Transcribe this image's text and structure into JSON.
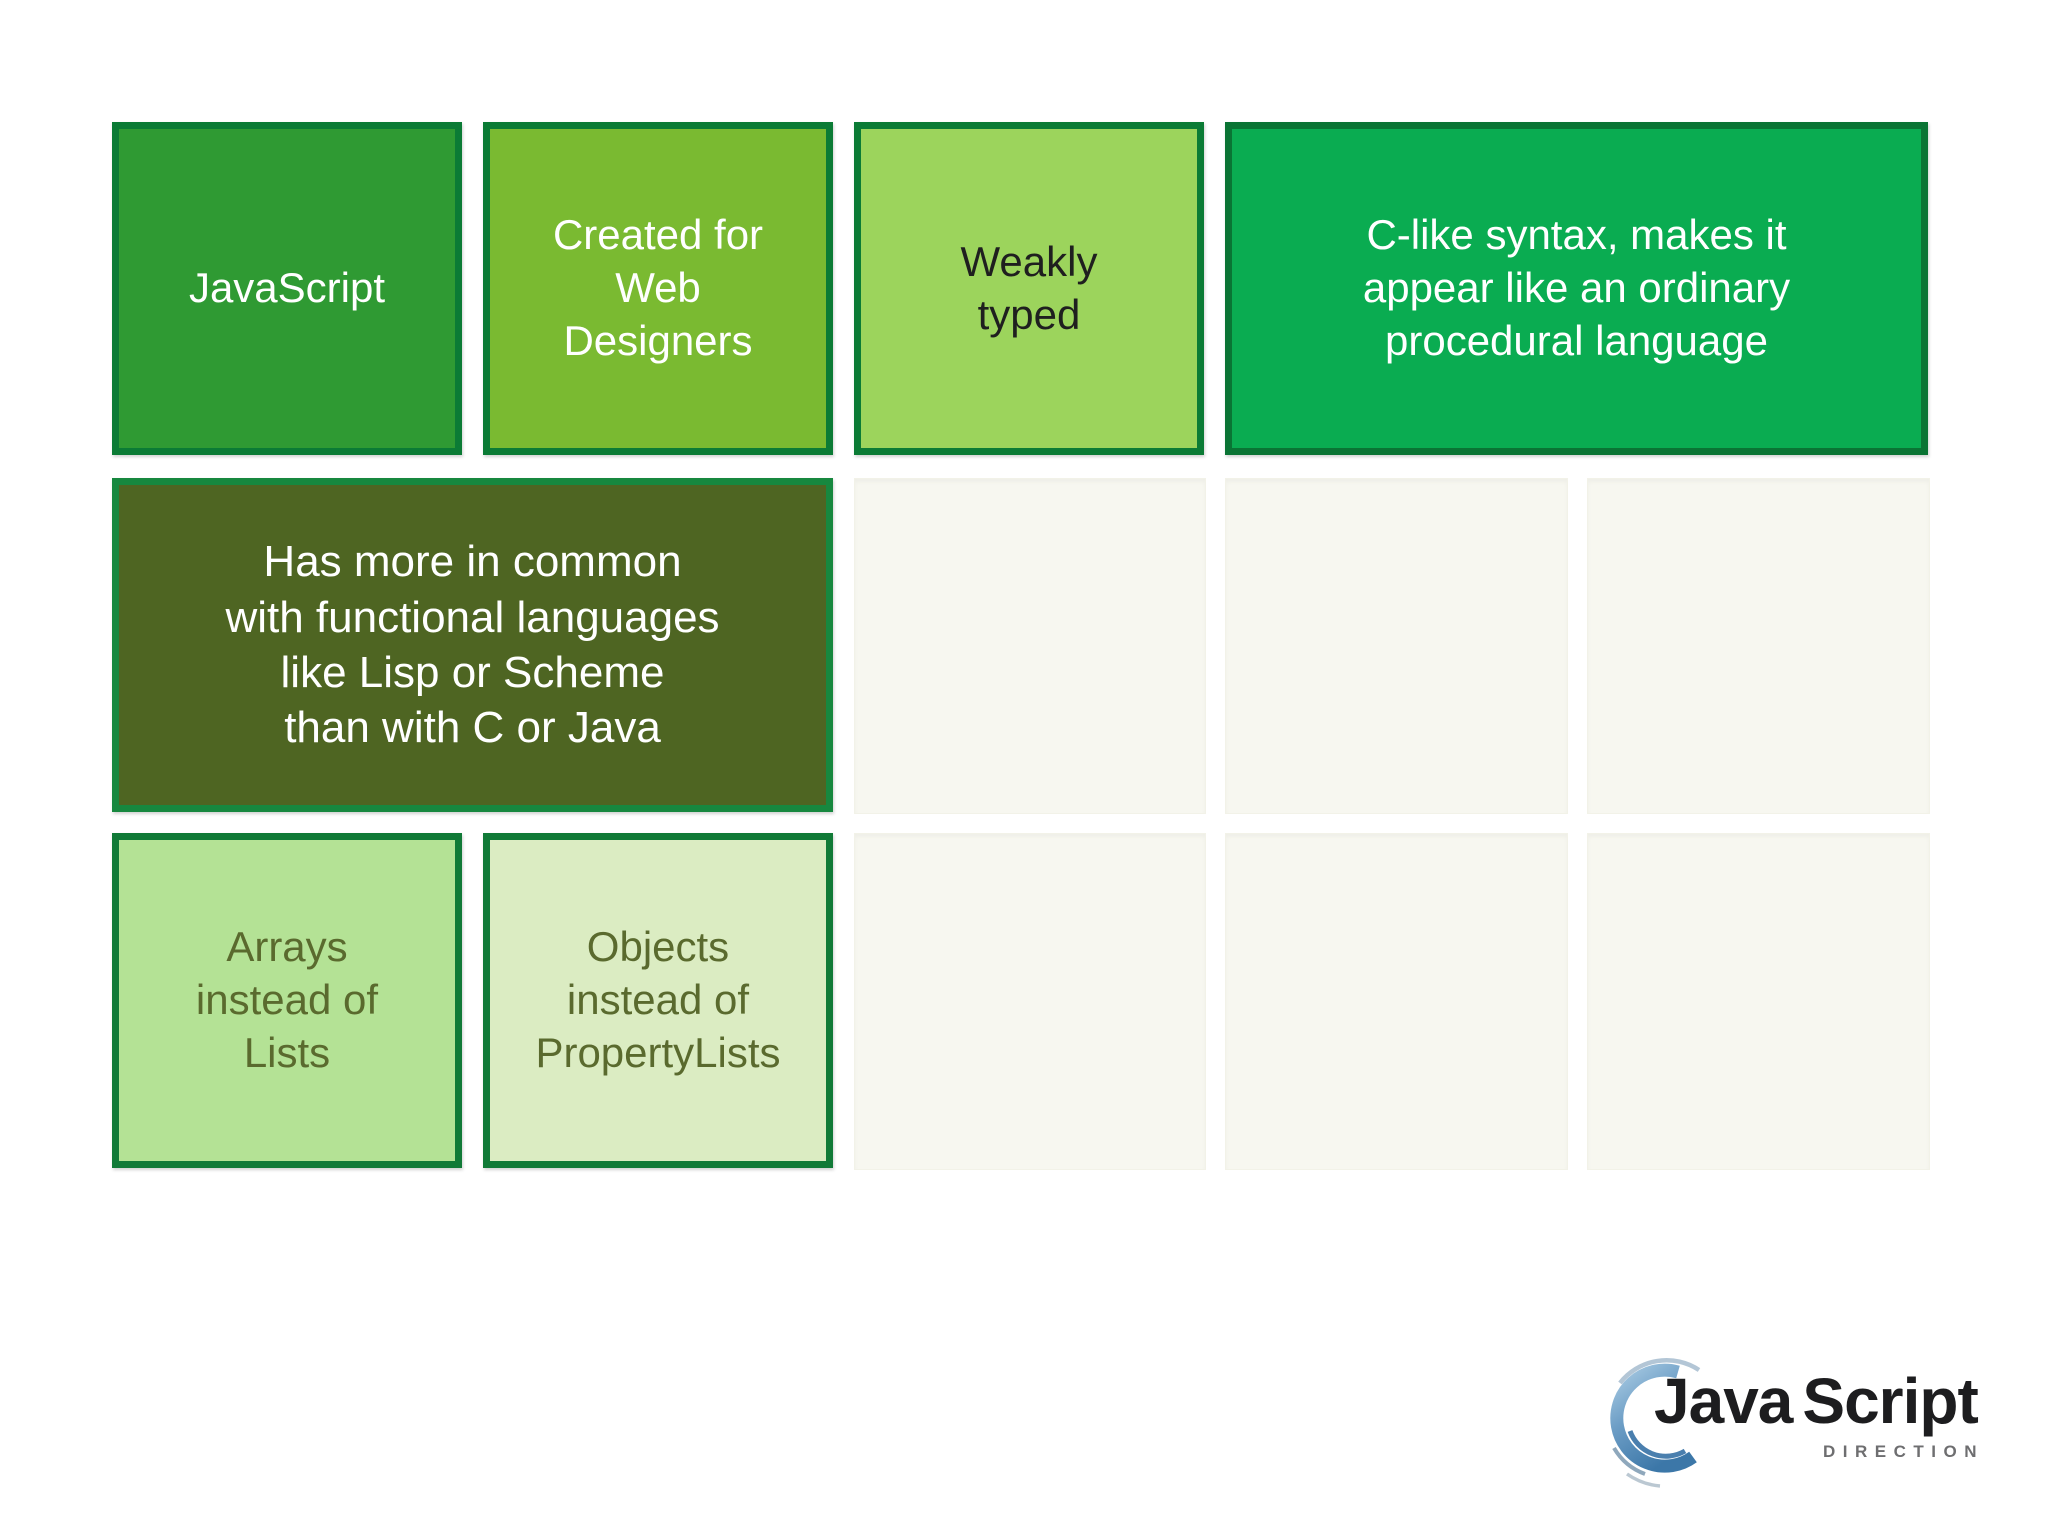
{
  "slide": {
    "boxes": {
      "javascript": {
        "text": "JavaScript",
        "fill": "#2F9A33",
        "border": "#0B7B35",
        "text_color": "#FFFFFF"
      },
      "created_for": {
        "text": "Created for\nWeb\nDesigners",
        "fill": "#7ABA31",
        "border": "#0B7B35",
        "text_color": "#FFFFFF"
      },
      "weakly_typed": {
        "text": "Weakly\ntyped",
        "fill": "#9CD45C",
        "border": "#0B7B35",
        "text_color": "#1F1F1F"
      },
      "c_like_syntax": {
        "text": "C-like syntax, makes it\nappear like an ordinary\nprocedural language",
        "fill": "#0AAC51",
        "border": "#0A7434",
        "text_color": "#FFFFFF"
      },
      "functional": {
        "text": "Has more in common\nwith functional languages\nlike Lisp or Scheme\nthan with C or Java",
        "fill": "#4E6522",
        "border": "#17883F",
        "text_color": "#FFFFFF"
      },
      "arrays": {
        "text": "Arrays\ninstead of\nLists",
        "fill": "#B4E295",
        "border": "#117A37",
        "text_color": "#5A6A2E"
      },
      "objects": {
        "text": "Objects\ninstead of\nPropertyLists",
        "fill": "#DBECC2",
        "border": "#117A37",
        "text_color": "#5A6A2E"
      }
    },
    "empty_placeholder_count": 6,
    "empty_placeholder_fill": "#F7F7F0",
    "background": "#FFFFFF"
  },
  "logo": {
    "name_part1": "Java",
    "name_part2": "Script",
    "tagline": "DIRECTION",
    "wordmark_color": "#1D1D1F",
    "tagline_color": "#6E6E70",
    "swoosh_top_color": "#A9CBE3",
    "swoosh_bottom_color": "#3C77A8"
  }
}
